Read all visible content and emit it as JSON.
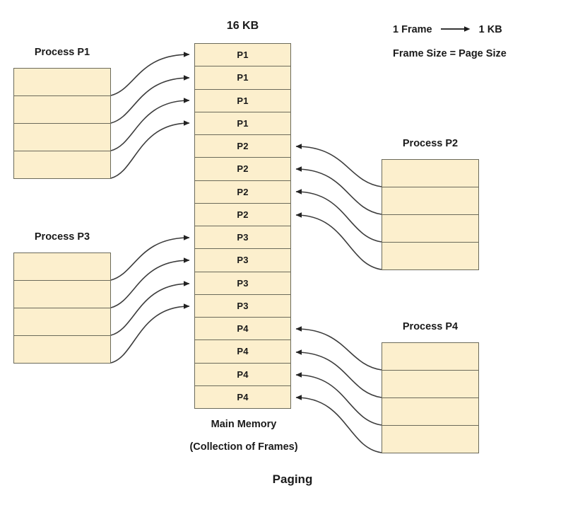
{
  "diagram": {
    "title": "Paging",
    "background_color": "#ffffff",
    "box_fill_color": "#fcefcd",
    "box_border_color": "#6b6a5a",
    "text_color": "#1a1a1a"
  },
  "legend": {
    "frame_label": "1 Frame",
    "arrow_glyph": "→",
    "frame_value": "1 KB",
    "equality": "Frame Size = Page Size"
  },
  "memory": {
    "size_label": "16 KB",
    "caption_line_1": "Main Memory",
    "caption_line_2": "(Collection of Frames)",
    "frames": [
      {
        "label": "P1"
      },
      {
        "label": "P1"
      },
      {
        "label": "P1"
      },
      {
        "label": "P1"
      },
      {
        "label": "P2"
      },
      {
        "label": "P2"
      },
      {
        "label": "P2"
      },
      {
        "label": "P2"
      },
      {
        "label": "P3"
      },
      {
        "label": "P3"
      },
      {
        "label": "P3"
      },
      {
        "label": "P3"
      },
      {
        "label": "P4"
      },
      {
        "label": "P4"
      },
      {
        "label": "P4"
      },
      {
        "label": "P4"
      }
    ]
  },
  "processes": [
    {
      "id": "p1",
      "title": "Process P1",
      "page_count": 4,
      "side": "left"
    },
    {
      "id": "p2",
      "title": "Process P2",
      "page_count": 4,
      "side": "right"
    },
    {
      "id": "p3",
      "title": "Process P3",
      "page_count": 4,
      "side": "left"
    },
    {
      "id": "p4",
      "title": "Process P4",
      "page_count": 4,
      "side": "right"
    }
  ]
}
